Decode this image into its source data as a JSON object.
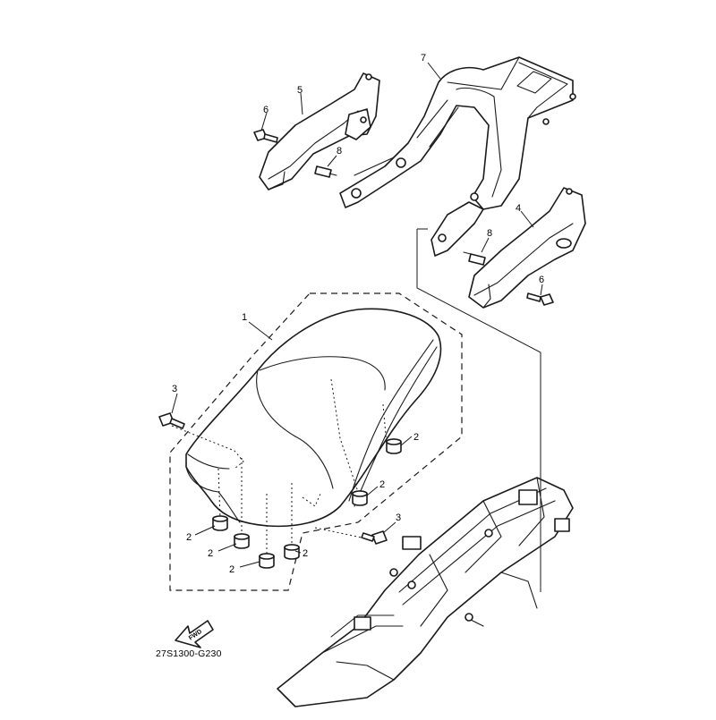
{
  "diagram": {
    "code": "27S1300-G230",
    "fwd_label": "FWD",
    "callouts": {
      "c1": "1",
      "c2a": "2",
      "c2b": "2",
      "c2c": "2",
      "c2d": "2",
      "c2e": "2",
      "c2f": "2",
      "c3a": "3",
      "c3b": "3",
      "c4": "4",
      "c5": "5",
      "c6a": "6",
      "c6b": "6",
      "c7": "7",
      "c8a": "8",
      "c8b": "8"
    }
  }
}
